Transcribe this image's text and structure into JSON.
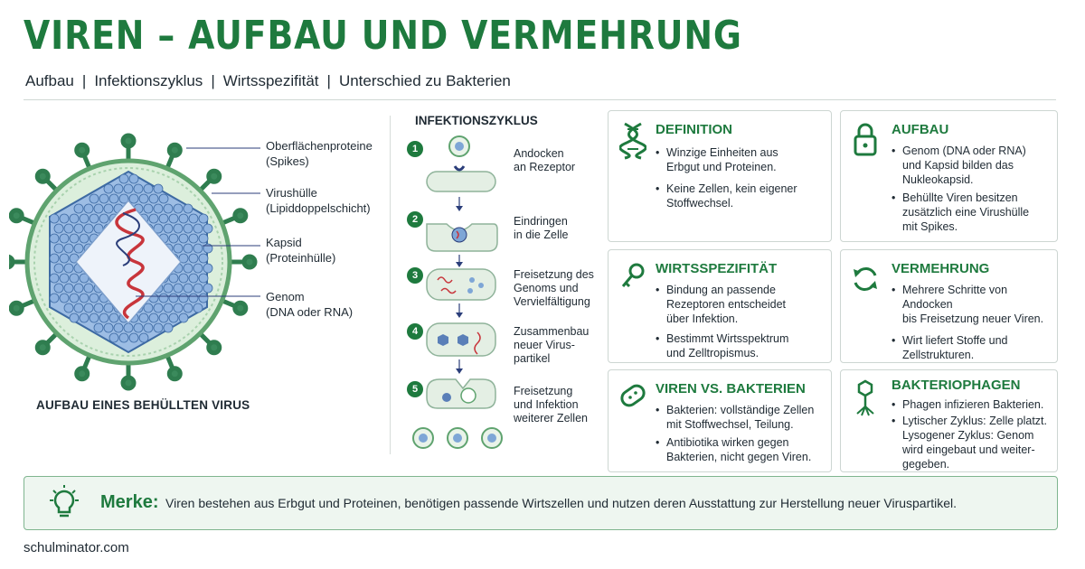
{
  "header": {
    "title": "VIREN – AUFBAU UND VERMEHRUNG",
    "subtitle_items": [
      "Aufbau",
      "Infektionszyklus",
      "Wirtsspezifität",
      "Unterschied zu Bakterien"
    ],
    "subtitle_separator": "|"
  },
  "virus": {
    "labels": [
      {
        "line1": "Oberflächenproteine",
        "line2": "(Spikes)"
      },
      {
        "line1": "Virushülle",
        "line2": "(Lipiddoppelschicht)"
      },
      {
        "line1": "Kapsid",
        "line2": "(Proteinhülle)"
      },
      {
        "line1": "Genom",
        "line2": "(DNA oder RNA)"
      }
    ],
    "caption": "AUFBAU EINES BEHÜLLTEN VIRUS"
  },
  "cycle": {
    "title": "INFEKTIONSZYKLUS",
    "steps": [
      {
        "num": "1",
        "lines": [
          "Andocken",
          "an Rezeptor"
        ]
      },
      {
        "num": "2",
        "lines": [
          "Eindringen",
          "in die Zelle"
        ]
      },
      {
        "num": "3",
        "lines": [
          "Freisetzung des",
          "Genoms und",
          "Vervielfältigung"
        ]
      },
      {
        "num": "4",
        "lines": [
          "Zusammenbau",
          "neuer Virus-",
          "partikel"
        ]
      },
      {
        "num": "5",
        "lines": [
          "Freisetzung",
          "und Infektion",
          "weiterer Zellen"
        ]
      }
    ]
  },
  "cards": {
    "definition": {
      "title": "DEFINITION",
      "icon": "dna-icon",
      "bullets": [
        [
          "Winzige Einheiten aus",
          "Erbgut und Proteinen."
        ],
        [
          "Keine Zellen, kein eigener",
          "Stoffwechsel."
        ]
      ]
    },
    "aufbau": {
      "title": "AUFBAU",
      "icon": "lock-icon",
      "bullets": [
        [
          "Genom (DNA oder RNA)",
          "und Kapsid bilden das",
          "Nukleokapsid."
        ],
        [
          "Behüllte Viren besitzen",
          "zusätzlich eine Virushülle",
          "mit Spikes."
        ]
      ]
    },
    "wirtsspezifitaet": {
      "title": "WIRTSSPEZIFITÄT",
      "icon": "key-icon",
      "bullets": [
        [
          "Bindung an passende",
          "Rezeptoren entscheidet",
          "über Infektion."
        ],
        [
          "Bestimmt Wirtsspektrum",
          "und Zelltropismus."
        ]
      ]
    },
    "vermehrung": {
      "title": "VERMEHRUNG",
      "icon": "cycle-arrows-icon",
      "bullets": [
        [
          "Mehrere Schritte von Andocken",
          "bis Freisetzung neuer Viren."
        ],
        [
          "Wirt liefert Stoffe und",
          "Zellstrukturen."
        ]
      ]
    },
    "viren_vs_bakterien": {
      "title": "VIREN VS. BAKTERIEN",
      "icon": "bacterium-icon",
      "bullets": [
        [
          "Bakterien: vollständige Zellen",
          "mit Stoffwechsel, Teilung."
        ],
        [
          "Antibiotika wirken gegen",
          "Bakterien, nicht gegen Viren."
        ]
      ]
    },
    "bakteriophagen": {
      "title": "BAKTERIOPHAGEN",
      "icon": "phage-icon",
      "bullets": [
        [
          "Phagen infizieren Bakterien."
        ],
        [
          "Lytischer Zyklus: Zelle platzt.",
          "Lysogener Zyklus: Genom",
          "wird eingebaut und weiter-",
          "gegeben."
        ]
      ]
    }
  },
  "merke": {
    "label": "Merke:",
    "text": "Viren bestehen aus Erbgut und Proteinen, benötigen passende Wirtszellen und nutzen deren Ausstattung zur Herstellung neuer Viruspartikel.",
    "icon": "lightbulb-icon"
  },
  "footer": {
    "site": "schulminator.com"
  },
  "colors": {
    "accent": "#1e7a3e",
    "capsid": "#7ea6d6",
    "genome": "#c8353b",
    "envelope": "#d9ecd9"
  }
}
